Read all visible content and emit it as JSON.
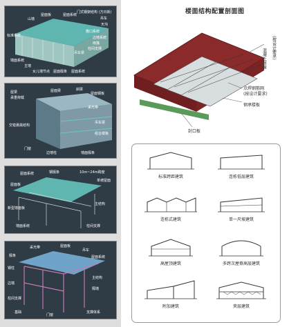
{
  "panel1": {
    "labels": [
      "山墙",
      "屋面板",
      "屋面系统",
      "门式钢架结构 (方日新)",
      "吊车",
      "天沟",
      "檐口系统",
      "标准系统",
      "边墙系统",
      "雨篷",
      "柱间支撑",
      "墙面系统",
      "吊车梁",
      "主墙",
      "女儿墙节点",
      "屋面檩条",
      "屋面系统"
    ]
  },
  "panel2": {
    "labels": [
      "屋梁",
      "承重荷载",
      "屋面梁",
      "斜梁",
      "屋面钢板",
      "交错悬挑结构",
      "采光带",
      "吊车梁",
      "组合楼板",
      "门窗",
      "边墙柱",
      "墙面檩条"
    ]
  },
  "panel3": {
    "labels": [
      "屋面系统",
      "钢檩条",
      "10m~24m跨度",
      "屋面板",
      "单坡屋面",
      "新型墙面板",
      "主结构",
      "墙面系统",
      "柱间支撑"
    ]
  },
  "panel4": {
    "labels": [
      "采光带",
      "屋面板",
      "吊车",
      "檩条",
      "屋面系统",
      "钢柱",
      "主结构",
      "边墙",
      "隔墙",
      "柱间支撑",
      "基础",
      "门窗",
      "支撑体系"
    ]
  },
  "floor": {
    "title": "楼面结构配置剖面图",
    "labels": {
      "slab": "混凝土厚度",
      "slab_note": "(按设计要求)",
      "stud": "点焊钢筋网",
      "stud_note": "(按设计要求)",
      "deck": "钢承楼板",
      "closure": "封口板"
    },
    "colors": {
      "slab": "#8b2a2a",
      "deck": "#cfd8dc",
      "closure": "#5a9a5a"
    }
  },
  "section_types": {
    "items": [
      {
        "label": "标准跨距建筑"
      },
      {
        "label": "连栋低层建筑"
      },
      {
        "label": "连栋式建筑"
      },
      {
        "label": "单一尺坡建筑"
      },
      {
        "label": "高屋顶建筑"
      },
      {
        "label": "多跨次屋脊高层建筑"
      },
      {
        "label": "附加建筑"
      },
      {
        "label": "夹层建筑"
      }
    ]
  }
}
